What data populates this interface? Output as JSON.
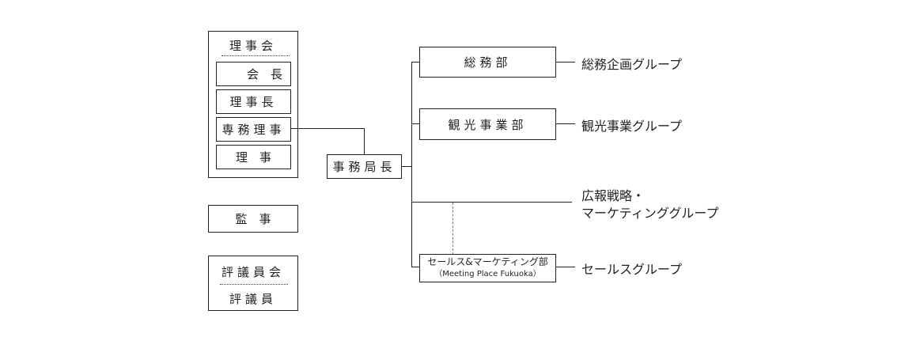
{
  "board": {
    "title": "理事会",
    "members": [
      "会　長",
      "理事長",
      "専務理事",
      "理　事"
    ]
  },
  "auditor": "監　事",
  "councilors": {
    "title": "評議員会",
    "member": "評議員"
  },
  "secretary_general": "事務局長",
  "departments": {
    "general_affairs": "総務部",
    "tourism": "観光事業部",
    "sales": {
      "line1": "セールス&マーケティング部",
      "line2": "（Meeting Place Fukuoka）"
    }
  },
  "groups": {
    "general_planning": "総務企画グループ",
    "tourism_business": "観光事業グループ",
    "pr_strategy_line1": "広報戦略・",
    "pr_strategy_line2": "マーケティンググループ",
    "sales": "セールスグループ"
  }
}
